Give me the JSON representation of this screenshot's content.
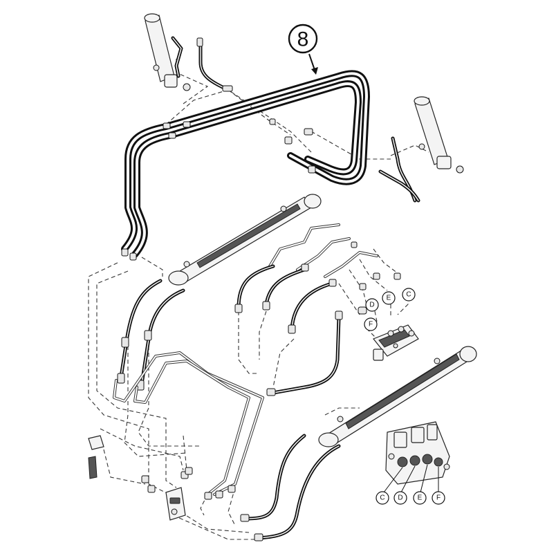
{
  "reference_callout": {
    "label": "8"
  },
  "connection_labels": {
    "valve_top": [
      "D",
      "E",
      "C",
      "F"
    ],
    "valve_bottom": [
      "C",
      "D",
      "E",
      "F"
    ]
  }
}
